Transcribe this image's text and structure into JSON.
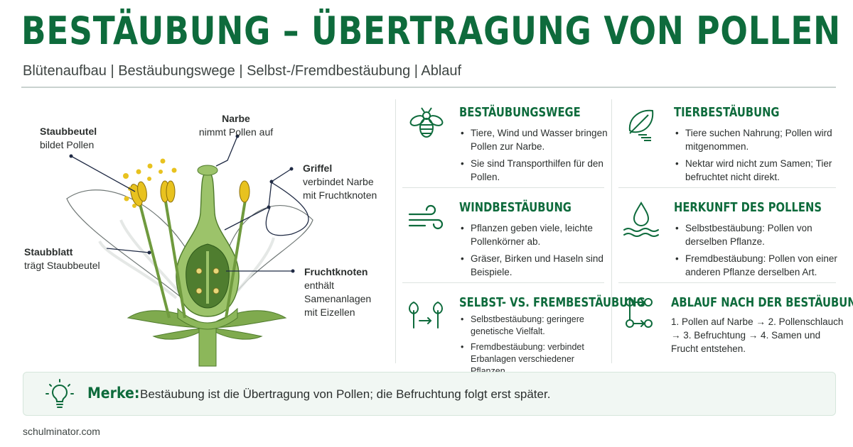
{
  "header": {
    "title": "BESTÄUBUNG – ÜBERTRAGUNG VON POLLEN",
    "subtitle": "Blütenaufbau | Bestäubungswege | Selbst-/Fremdbestäubung | Ablauf"
  },
  "diagram": {
    "labels": {
      "staubbeutel": {
        "title": "Staubbeutel",
        "desc": "bildet Pollen"
      },
      "narbe": {
        "title": "Narbe",
        "desc": "nimmt Pollen auf"
      },
      "griffel": {
        "title": "Griffel",
        "desc1": "verbindet Narbe",
        "desc2": "mit Fruchtknoten"
      },
      "staubblatt": {
        "title": "Staubblatt",
        "desc": "trägt Staubbeutel"
      },
      "fruchtknoten": {
        "title": "Fruchtknoten",
        "desc1": "enthält",
        "desc2": "Samenanlagen",
        "desc3": "mit Eizellen"
      }
    }
  },
  "cards": {
    "wege": {
      "title": "BESTÄUBUNGSWEGE",
      "icon": "bee-icon",
      "items": [
        "Tiere, Wind und Wasser bringen Pollen zur Narbe.",
        "Sie sind Transporthilfen für den Pollen."
      ]
    },
    "tier": {
      "title": "TIERBESTÄUBUNG",
      "icon": "leaf-icon",
      "items": [
        "Tiere suchen Nahrung; Pollen wird mitgenommen.",
        "Nektar wird nicht zum Samen; Tier befruchtet nicht direkt."
      ]
    },
    "wind": {
      "title": "WINDBESTÄUBUNG",
      "icon": "wind-icon",
      "items": [
        "Pflanzen geben viele, leichte Pollenkörner ab.",
        "Gräser, Birken und Haseln sind Beispiele."
      ]
    },
    "herkunft": {
      "title": "HERKUNFT DES POLLENS",
      "icon": "water-drop-icon",
      "items": [
        "Selbstbestäubung: Pollen von derselben Pflanze.",
        "Fremdbestäubung: Pollen von einer anderen Pflanze derselben Art."
      ]
    },
    "selbst": {
      "title": "SELBST- VS. FREMBESTÄUBUNG",
      "icon": "plants-arrow-icon",
      "items": [
        "Selbstbestäubung: geringere genetische Vielfalt.",
        "Fremdbestäubung: verbindet Erbanlagen verschiedener Pflanzen."
      ]
    },
    "ablauf": {
      "title": "ABLAUF NACH DER BESTÄUBUNG",
      "icon": "process-flow-icon",
      "text": "1. Pollen auf Narbe → 2. Pollenschlauch → 3. Befruchtung → 4. Samen und Frucht entstehen."
    }
  },
  "merke": {
    "label": "Merke:",
    "text": "Bestäubung ist die Übertragung von Pollen; die Befruchtung folgt erst später.",
    "icon": "lightbulb-icon"
  },
  "footer": {
    "text": "schulminator.com"
  },
  "colors": {
    "accent": "#0e6b3c",
    "plant": "#7faa4e",
    "pollen": "#e8c21f"
  }
}
